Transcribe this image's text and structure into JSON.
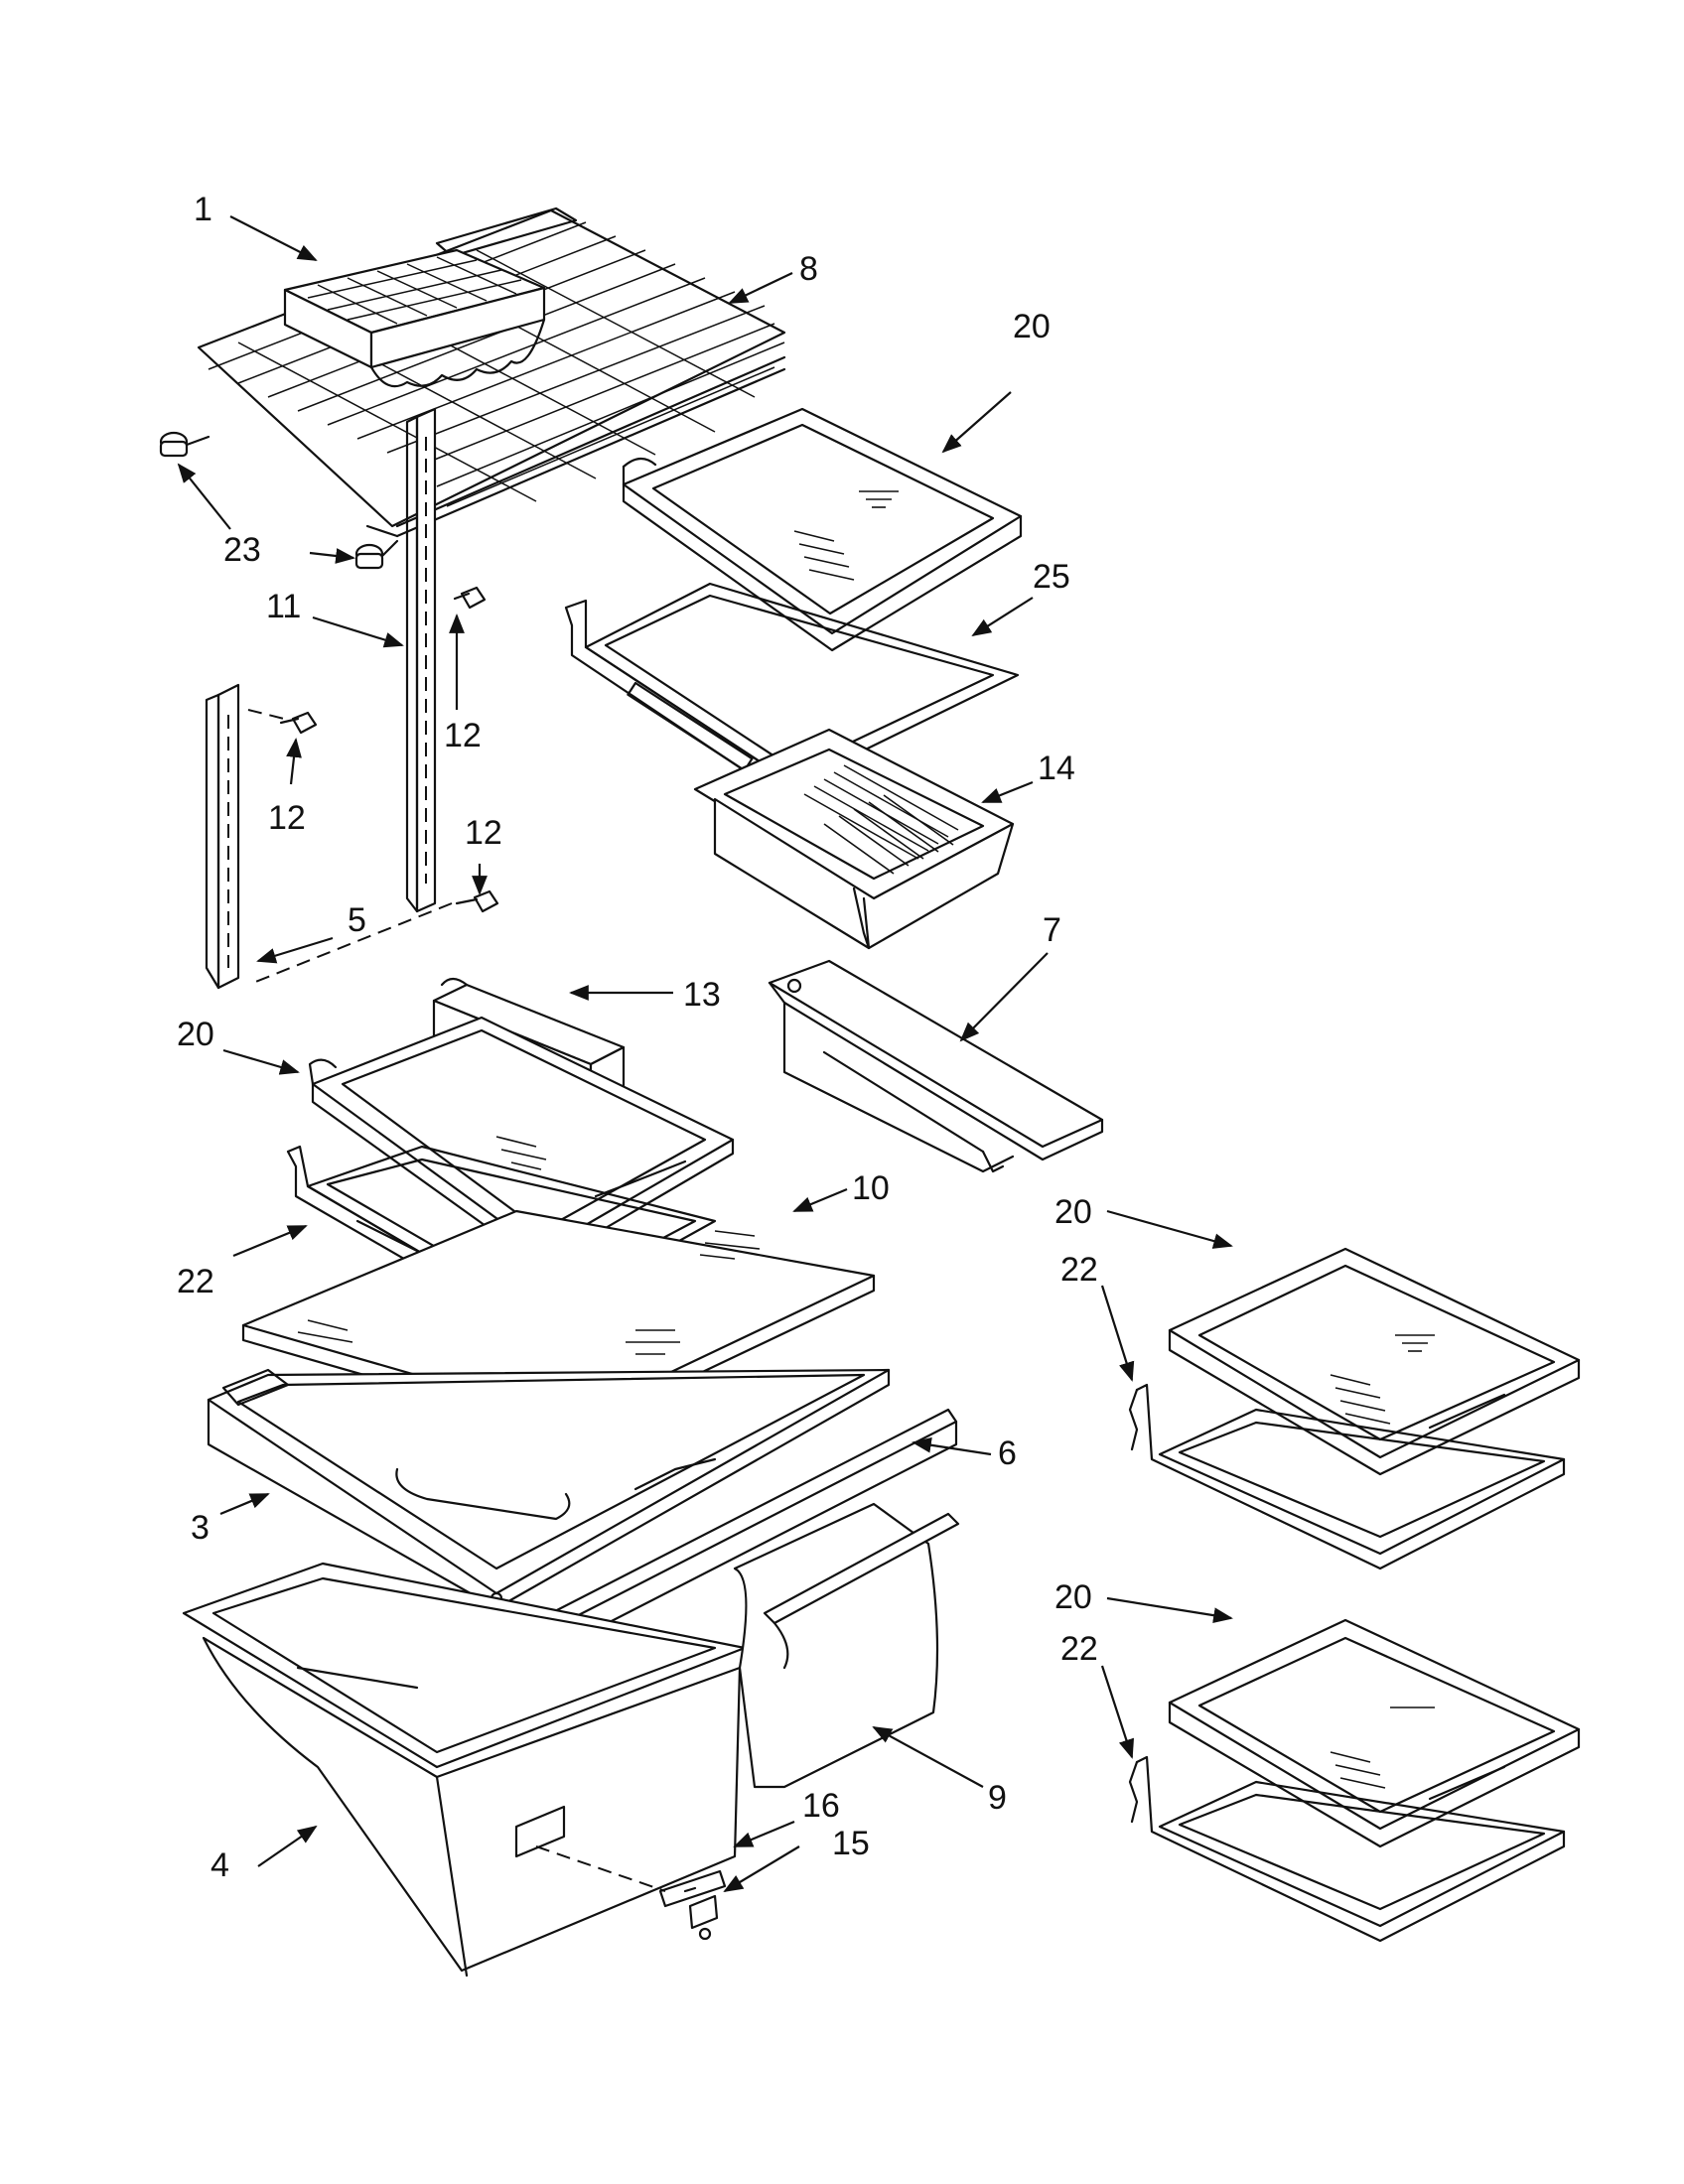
{
  "diagram": {
    "callouts": [
      {
        "id": "c1",
        "label": "1"
      },
      {
        "id": "c8",
        "label": "8"
      },
      {
        "id": "c20a",
        "label": "20"
      },
      {
        "id": "c23",
        "label": "23"
      },
      {
        "id": "c25",
        "label": "25"
      },
      {
        "id": "c11",
        "label": "11"
      },
      {
        "id": "c12a",
        "label": "12"
      },
      {
        "id": "c12b",
        "label": "12"
      },
      {
        "id": "c12c",
        "label": "12"
      },
      {
        "id": "c14",
        "label": "14"
      },
      {
        "id": "c5",
        "label": "5"
      },
      {
        "id": "c13",
        "label": "13"
      },
      {
        "id": "c7",
        "label": "7"
      },
      {
        "id": "c20b",
        "label": "20"
      },
      {
        "id": "c10",
        "label": "10"
      },
      {
        "id": "c22a",
        "label": "22"
      },
      {
        "id": "c20c",
        "label": "20"
      },
      {
        "id": "c22b",
        "label": "22"
      },
      {
        "id": "c6",
        "label": "6"
      },
      {
        "id": "c3",
        "label": "3"
      },
      {
        "id": "c20d",
        "label": "20"
      },
      {
        "id": "c22c",
        "label": "22"
      },
      {
        "id": "c9",
        "label": "9"
      },
      {
        "id": "c16",
        "label": "16"
      },
      {
        "id": "c15",
        "label": "15"
      },
      {
        "id": "c4",
        "label": "4"
      }
    ]
  }
}
